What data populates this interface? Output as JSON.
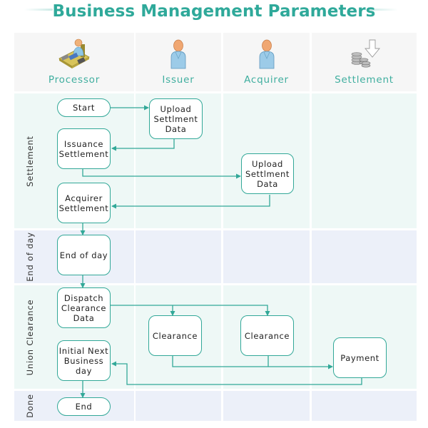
{
  "title": "Business Management Parameters",
  "colors": {
    "accent": "#2fa99a",
    "line": "#32a898",
    "header_bg": "#f6f6f6",
    "lane_teal": "#eef8f6",
    "lane_blue": "#ecf0f9"
  },
  "columns": [
    {
      "label": "Processor",
      "icon": "processor-workstation-icon"
    },
    {
      "label": "Issuer",
      "icon": "person-icon"
    },
    {
      "label": "Acquirer",
      "icon": "person-icon"
    },
    {
      "label": "Settlement",
      "icon": "coins-download-icon"
    }
  ],
  "lanes": [
    {
      "label": "Settlement"
    },
    {
      "label": "End of day"
    },
    {
      "label": "Union Clearance"
    },
    {
      "label": "Done"
    }
  ],
  "nodes": {
    "start": "Start",
    "upload_issuer": [
      "Upload",
      "Settlment",
      "Data"
    ],
    "issuance_settlement": [
      "Issuance",
      "Settlement"
    ],
    "upload_acquirer": [
      "Upload",
      "Settlment",
      "Data"
    ],
    "acquirer_settlement": [
      "Acquirer",
      "Settlement"
    ],
    "end_of_day": "End of day",
    "dispatch_clearance": [
      "Dispatch",
      "Clearance",
      "Data"
    ],
    "clearance_issuer": "Clearance",
    "clearance_acquirer": "Clearance",
    "payment": "Payment",
    "initial_next_day": [
      "Initial Next",
      "Business",
      "day"
    ],
    "end": "End"
  },
  "edges": [
    {
      "from": "Start",
      "to": "Upload Settlment Data (Issuer)"
    },
    {
      "from": "Upload Settlment Data (Issuer)",
      "to": "Issuance Settlement"
    },
    {
      "from": "Issuance Settlement",
      "to": "Upload Settlment Data (Acquirer)"
    },
    {
      "from": "Upload Settlment Data (Acquirer)",
      "to": "Acquirer Settlement"
    },
    {
      "from": "Acquirer Settlement",
      "to": "End of day"
    },
    {
      "from": "End of day",
      "to": "Dispatch Clearance Data"
    },
    {
      "from": "Dispatch Clearance Data",
      "to": "Clearance (Issuer)"
    },
    {
      "from": "Dispatch Clearance Data",
      "to": "Clearance (Acquirer)"
    },
    {
      "from": "Clearance (Issuer)",
      "to": "Payment"
    },
    {
      "from": "Clearance (Acquirer)",
      "to": "Payment"
    },
    {
      "from": "Payment",
      "to": "Initial Next Business day"
    },
    {
      "from": "Initial Next Business day",
      "to": "End"
    }
  ]
}
